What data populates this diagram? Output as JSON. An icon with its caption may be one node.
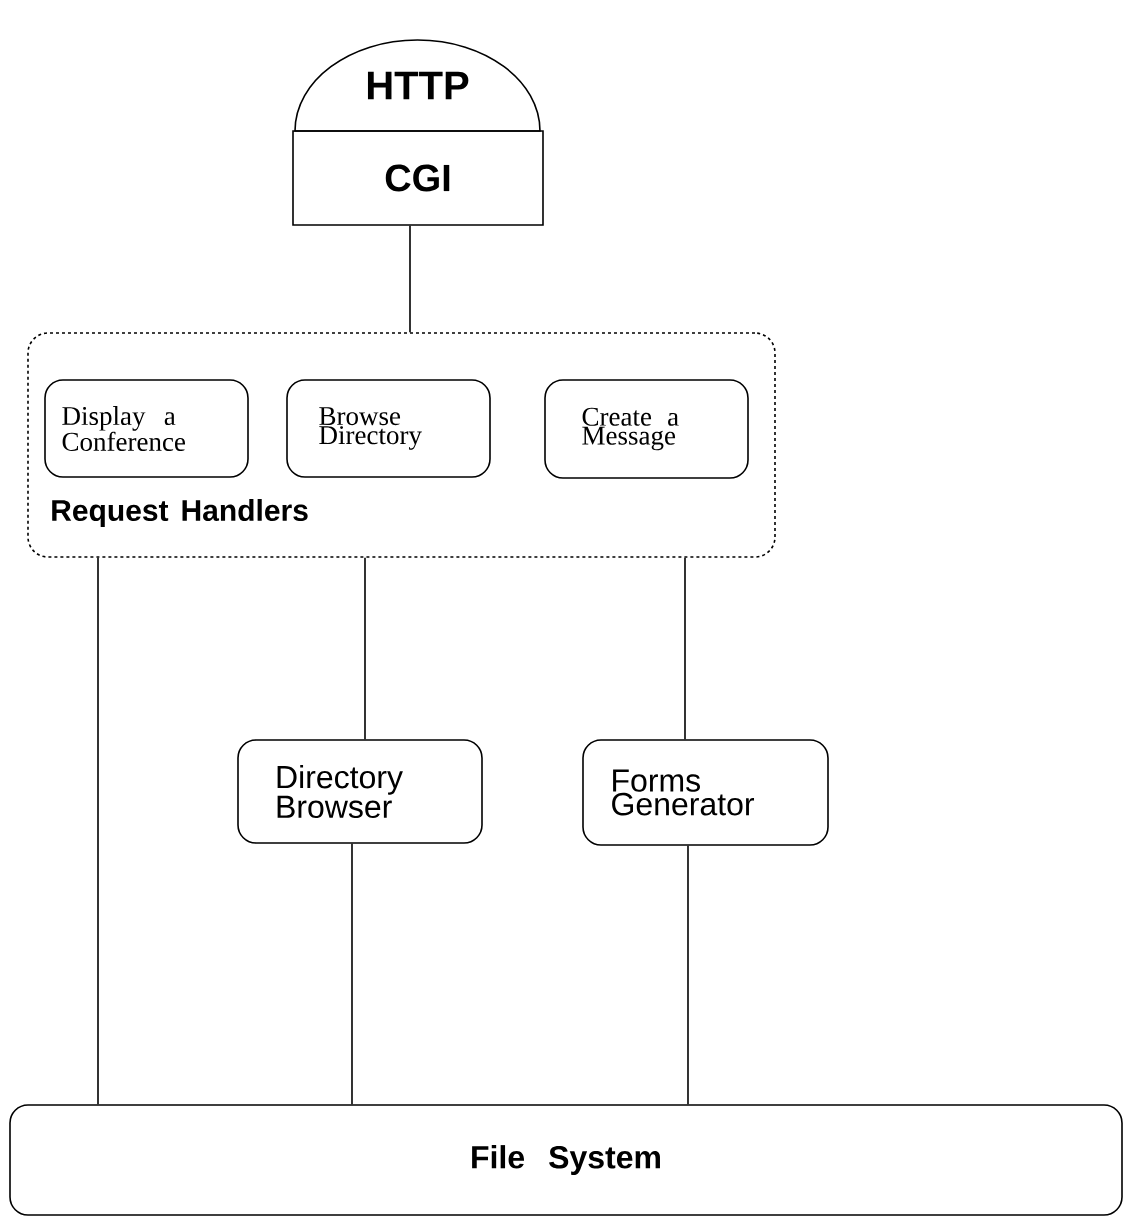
{
  "diagram": {
    "nodes": [
      {
        "text": [
          "HTTP"
        ]
      },
      {
        "text": [
          "CGI"
        ]
      },
      {
        "text": [
          "Request Handlers"
        ]
      },
      {
        "text": [
          "Display a Conference"
        ],
        "in": 2
      },
      {
        "text": [
          "Browse Directory"
        ],
        "in": 2
      },
      {
        "text": [
          "Create a Message"
        ],
        "in": 2
      },
      {
        "text": [
          "Directory Browser"
        ]
      },
      {
        "text": [
          "Forms Generator"
        ]
      },
      {
        "text": [
          "File System"
        ]
      }
    ],
    "edges": [
      {
        "from": 1,
        "to": 2,
        "arrow": "none"
      },
      {
        "from": 2,
        "to": 8,
        "arrow": "none"
      },
      {
        "from": 2,
        "to": 6,
        "arrow": "none"
      },
      {
        "from": 2,
        "to": 7,
        "arrow": "none"
      },
      {
        "from": 6,
        "to": 8,
        "arrow": "none"
      },
      {
        "from": 7,
        "to": 8,
        "arrow": "none"
      }
    ]
  }
}
